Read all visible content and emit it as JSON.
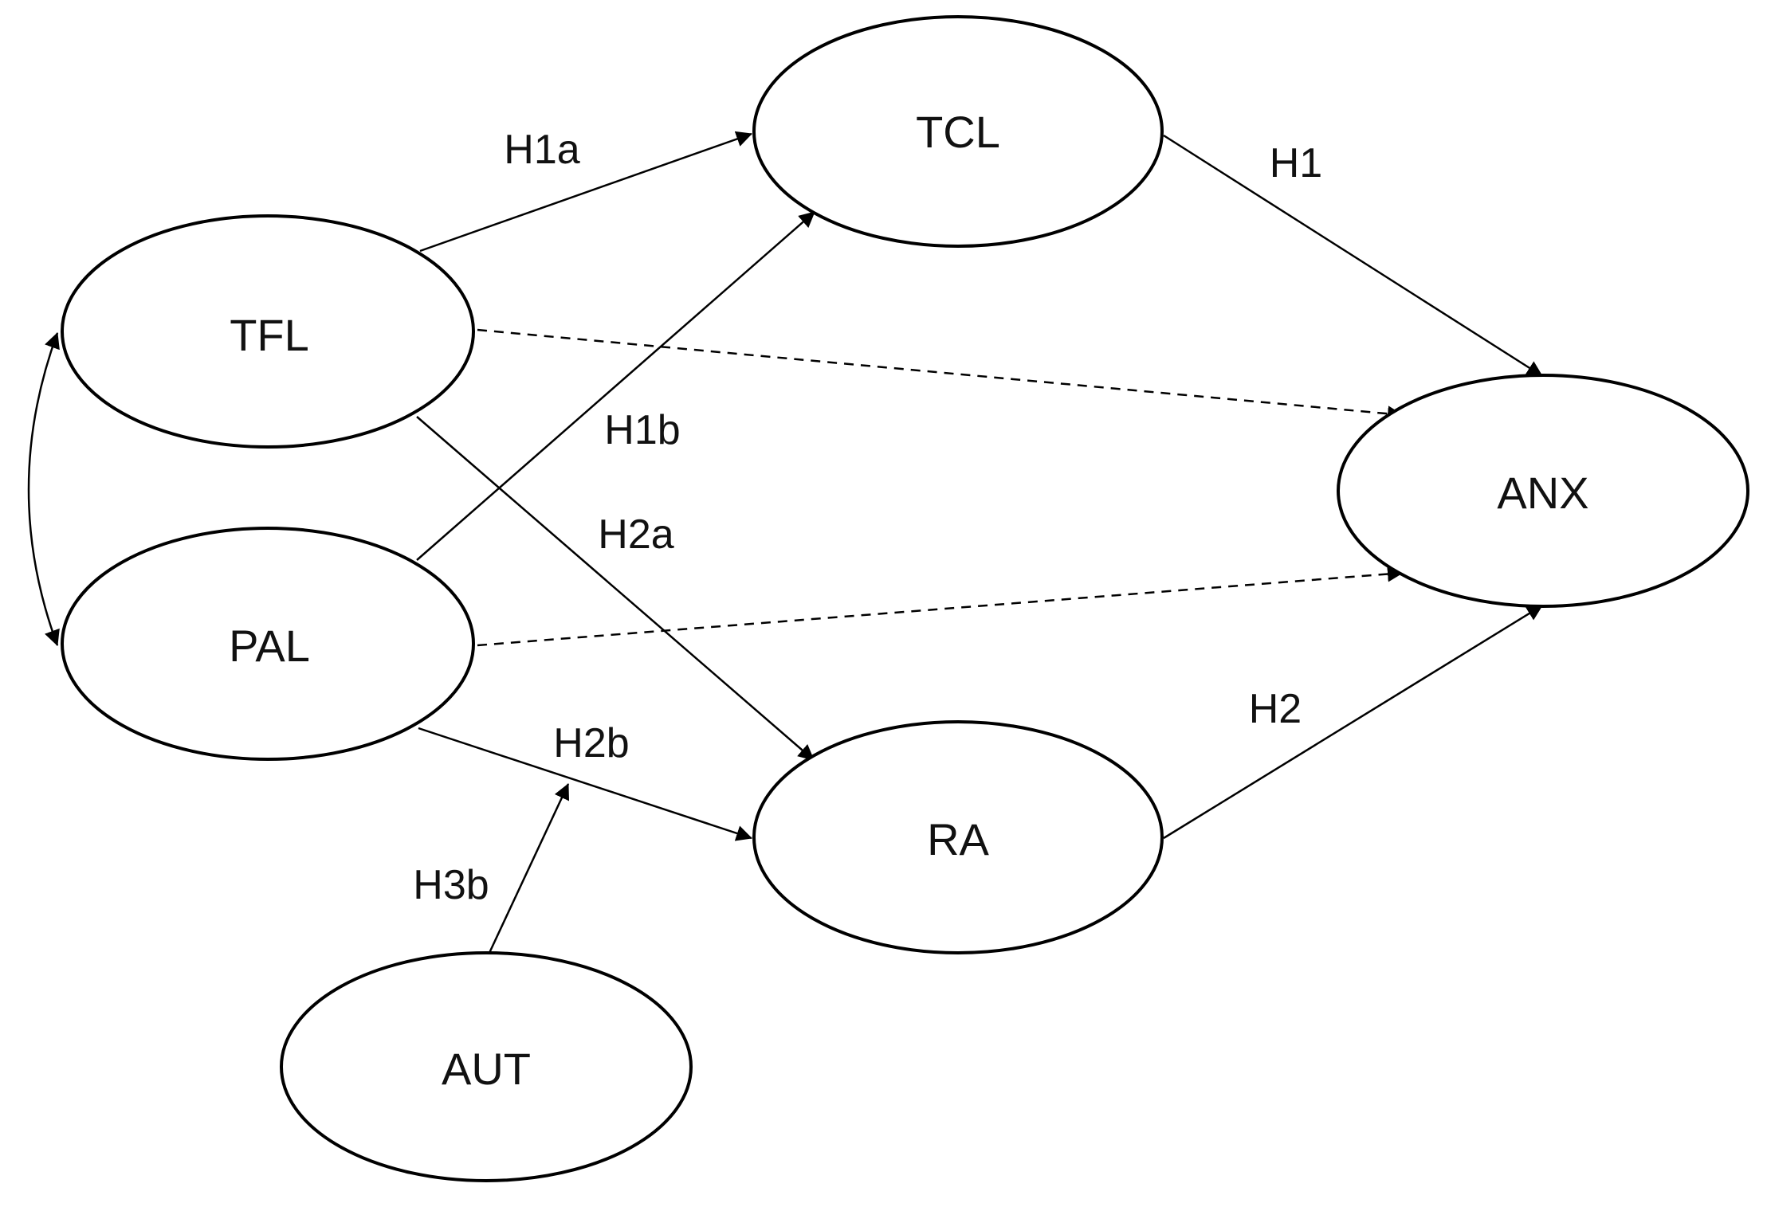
{
  "nodes": {
    "tcl": {
      "label": "TCL"
    },
    "tfl": {
      "label": "TFL"
    },
    "pal": {
      "label": "PAL"
    },
    "anx": {
      "label": "ANX"
    },
    "ra": {
      "label": "RA"
    },
    "aut": {
      "label": "AUT"
    }
  },
  "edges": {
    "tfl_tcl": {
      "label": "H1a",
      "from": "TFL",
      "to": "TCL",
      "style": "solid"
    },
    "tcl_anx": {
      "label": "H1",
      "from": "TCL",
      "to": "ANX",
      "style": "solid"
    },
    "pal_tcl": {
      "label": "H1b",
      "from": "PAL",
      "to": "TCL",
      "style": "solid"
    },
    "tfl_ra": {
      "label": "H2a",
      "from": "TFL",
      "to": "RA",
      "style": "solid"
    },
    "pal_ra": {
      "label": "H2b",
      "from": "PAL",
      "to": "RA",
      "style": "solid"
    },
    "ra_anx": {
      "label": "H2",
      "from": "RA",
      "to": "ANX",
      "style": "solid"
    },
    "aut_mod": {
      "label": "H3b",
      "from": "AUT",
      "to": "PAL→RA",
      "style": "solid"
    },
    "tfl_anx": {
      "label": "",
      "from": "TFL",
      "to": "ANX",
      "style": "dashed"
    },
    "pal_anx": {
      "label": "",
      "from": "PAL",
      "to": "ANX",
      "style": "dashed"
    },
    "tfl_pal": {
      "label": "",
      "from": "TFL",
      "to": "PAL",
      "style": "double-headed curve"
    }
  },
  "colors": {
    "stroke": "#000000",
    "background": "#ffffff"
  }
}
